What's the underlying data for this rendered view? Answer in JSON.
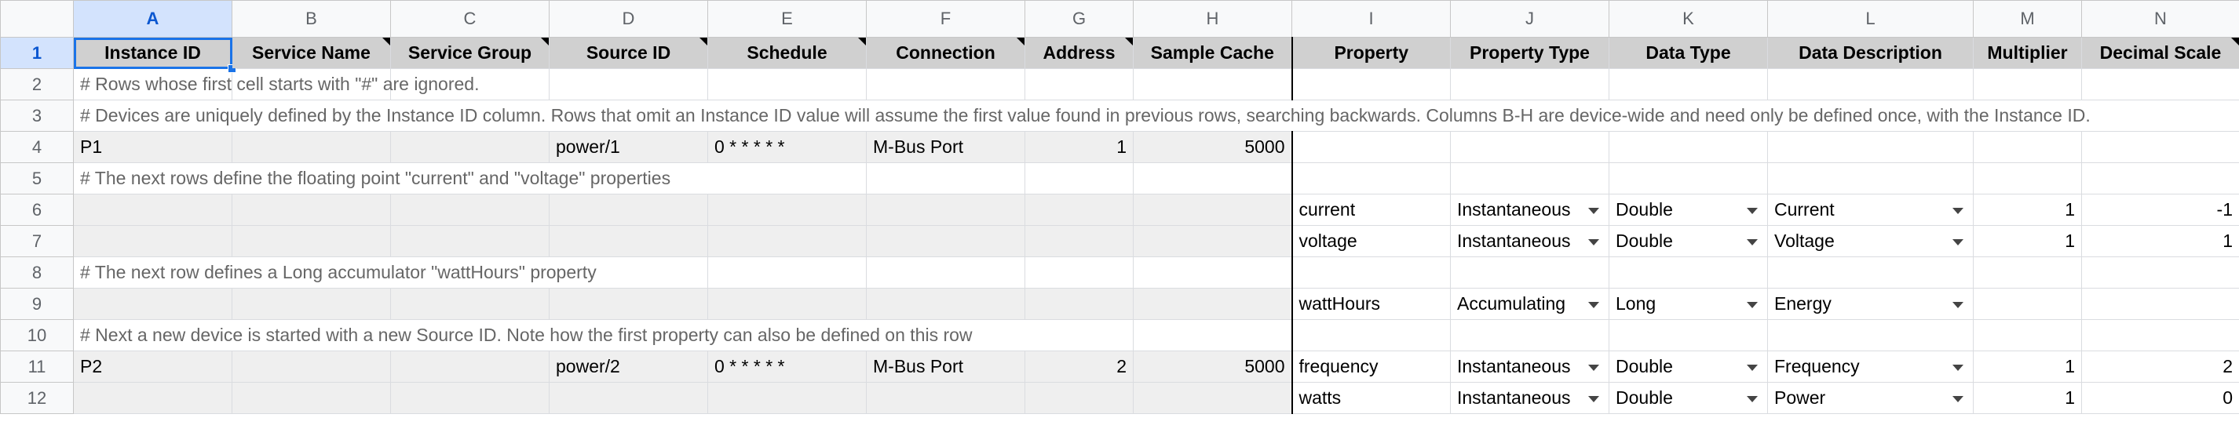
{
  "columns": [
    "A",
    "B",
    "C",
    "D",
    "E",
    "F",
    "G",
    "H",
    "I",
    "J",
    "K",
    "L",
    "M",
    "N"
  ],
  "row_numbers": [
    "1",
    "2",
    "3",
    "4",
    "5",
    "6",
    "7",
    "8",
    "9",
    "10",
    "11",
    "12"
  ],
  "headers": [
    "Instance ID",
    "Service Name",
    "Service Group",
    "Source ID",
    "Schedule",
    "Connection",
    "Address",
    "Sample Cache",
    "Property",
    "Property Type",
    "Data Type",
    "Data Description",
    "Multiplier",
    "Decimal Scale"
  ],
  "comments": {
    "r2": "# Rows whose first cell starts with \"#\" are ignored.",
    "r3": "# Devices are uniquely defined by the Instance ID column. Rows that omit an Instance ID value will assume the first value found in previous rows, searching backwards.  Columns B-H are device-wide and need only be defined once, with the Instance ID.",
    "r5": "# The next rows define the floating point \"current\" and \"voltage\" properties",
    "r8": "# The next row defines a Long accumulator \"wattHours\" property",
    "r10": "# Next a new device is started with a new Source ID. Note how the first property can also be defined on this row"
  },
  "devices": {
    "p1": {
      "instance_id": "P1",
      "source_id": "power/1",
      "schedule": "0 * * * * *",
      "connection": "M-Bus Port",
      "address": "1",
      "sample_cache": "5000"
    },
    "p2": {
      "instance_id": "P2",
      "source_id": "power/2",
      "schedule": "0 * * * * *",
      "connection": "M-Bus Port",
      "address": "2",
      "sample_cache": "5000"
    }
  },
  "properties": {
    "current": {
      "property": "current",
      "property_type": "Instantaneous",
      "data_type": "Double",
      "data_description": "Current",
      "multiplier": "1",
      "decimal_scale": "-1"
    },
    "voltage": {
      "property": "voltage",
      "property_type": "Instantaneous",
      "data_type": "Double",
      "data_description": "Voltage",
      "multiplier": "1",
      "decimal_scale": "1"
    },
    "watthours": {
      "property": "wattHours",
      "property_type": "Accumulating",
      "data_type": "Long",
      "data_description": "Energy",
      "multiplier": "",
      "decimal_scale": ""
    },
    "frequency": {
      "property": "frequency",
      "property_type": "Instantaneous",
      "data_type": "Double",
      "data_description": "Frequency",
      "multiplier": "1",
      "decimal_scale": "2"
    },
    "watts": {
      "property": "watts",
      "property_type": "Instantaneous",
      "data_type": "Double",
      "data_description": "Power",
      "multiplier": "1",
      "decimal_scale": "0"
    }
  },
  "colors": {
    "header_fill": "#d0d0d0",
    "gray_fill": "#efefef",
    "selection": "#1a73e8",
    "comment_text": "#666666"
  }
}
